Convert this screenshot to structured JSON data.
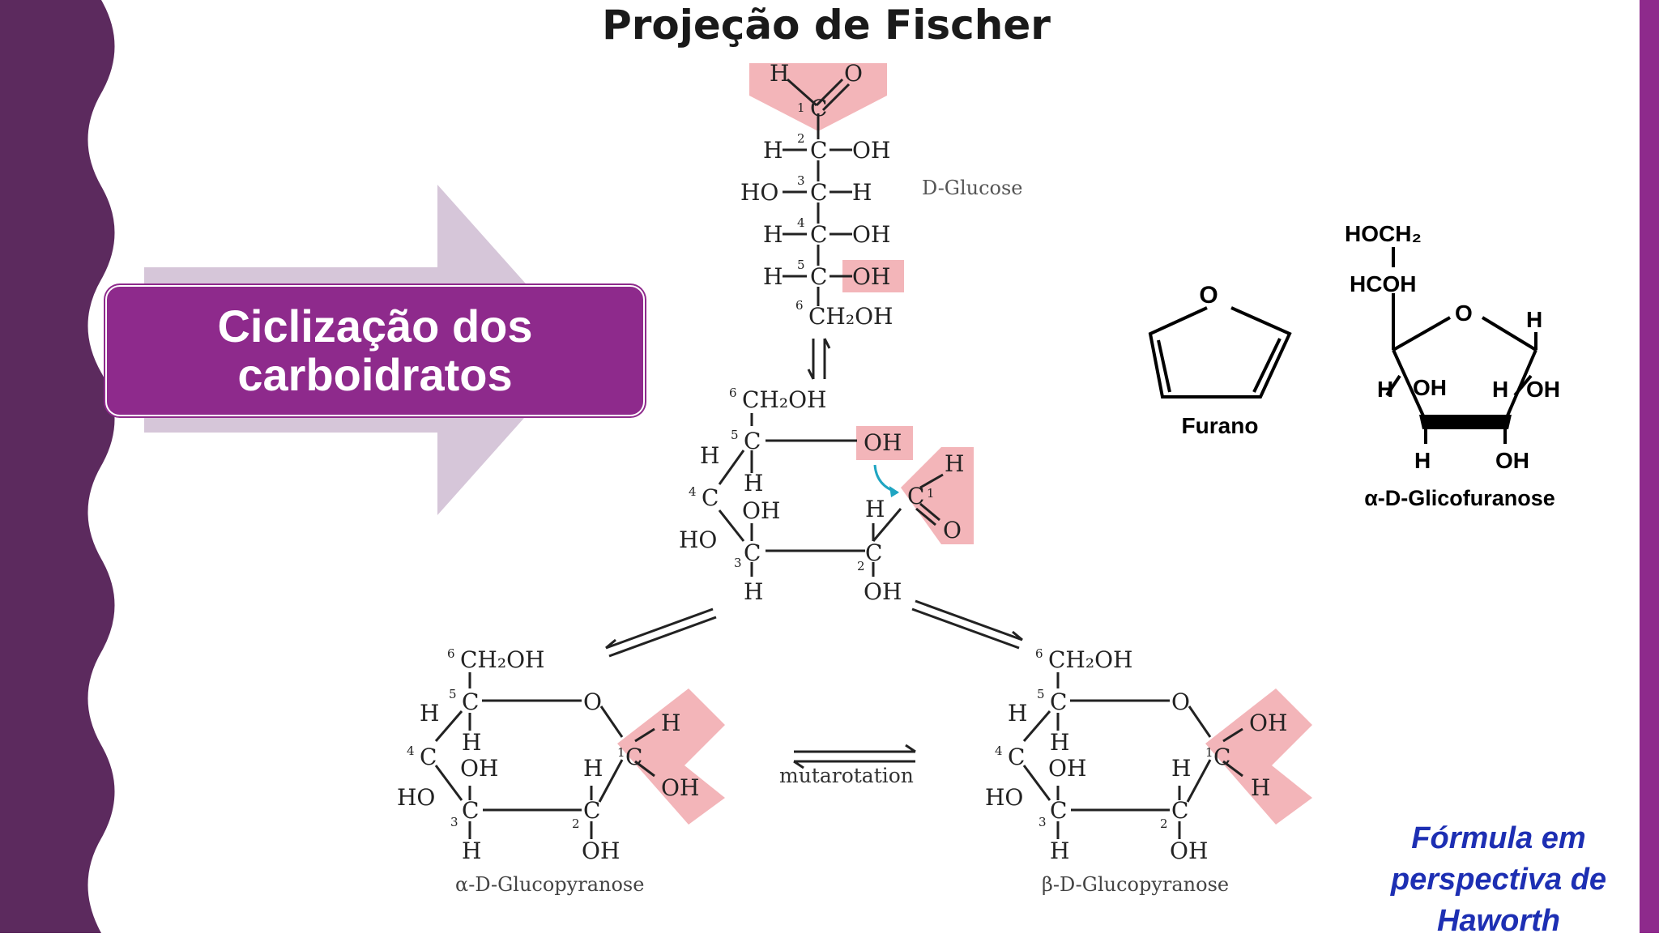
{
  "slide": {
    "title": "Projeção de Fischer",
    "subject": {
      "line1": "Ciclização dos",
      "line2": "carboidratos"
    },
    "footnote": {
      "line1": "Fórmula em",
      "line2": "perspectiva de",
      "line3": "Haworth"
    }
  },
  "colors": {
    "sidebar": "#5c2a5e",
    "accent": "#8e2a8c",
    "arrow": "#d6c6d9",
    "highlight": "#f3b5b9",
    "haworth_text": "#1d2fb3",
    "curved_arrow": "#1fa5c2"
  },
  "fischer": {
    "top_h": "H",
    "top_o": "O",
    "c1": "C",
    "n1": "1",
    "row2_left": "H",
    "row2_c": "C",
    "row2_right": "OH",
    "n2": "2",
    "row3_left": "HO",
    "row3_c": "C",
    "row3_right": "H",
    "n3": "3",
    "row4_left": "H",
    "row4_c": "C",
    "row4_right": "OH",
    "n4": "4",
    "row5_left": "H",
    "row5_c": "C",
    "row5_right": "OH",
    "n5": "5",
    "n6": "6",
    "bottom": "CH₂OH",
    "name": "D-Glucose"
  },
  "open_ring": {
    "ch2oh": "CH₂OH",
    "n6": "6",
    "c5": "C",
    "n5": "5",
    "h5_up": "H",
    "h5_down": "H",
    "oh": "OH",
    "c4": "C",
    "n4": "4",
    "oh4": "OH",
    "ho4": "HO",
    "c3": "C",
    "n3": "3",
    "h3": "H",
    "c2": "C",
    "n2": "2",
    "h2": "H",
    "oh2": "OH",
    "c1": "C",
    "n1": "1",
    "h1": "H",
    "o1": "O"
  },
  "alpha": {
    "ch2oh": "CH₂OH",
    "n6": "6",
    "c5": "C",
    "n5": "5",
    "ring_o": "O",
    "h5_up": "H",
    "h5_down": "H",
    "c4": "C",
    "n4": "4",
    "oh4": "OH",
    "ho4": "HO",
    "c3": "C",
    "n3": "3",
    "h3": "H",
    "c2": "C",
    "n2": "2",
    "h2": "H",
    "oh2": "OH",
    "c1": "C",
    "n1": "1",
    "sub_up": "H",
    "sub_down": "OH",
    "name": "α-D-Glucopyranose"
  },
  "beta": {
    "ch2oh": "CH₂OH",
    "n6": "6",
    "c5": "C",
    "n5": "5",
    "ring_o": "O",
    "h5_up": "H",
    "h5_down": "H",
    "c4": "C",
    "n4": "4",
    "oh4": "OH",
    "ho4": "HO",
    "c3": "C",
    "n3": "3",
    "h3": "H",
    "c2": "C",
    "n2": "2",
    "h2": "H",
    "oh2": "OH",
    "c1": "C",
    "n1": "1",
    "sub_up": "OH",
    "sub_down": "H",
    "name": "β-D-Glucopyranose"
  },
  "mutarotation": "mutarotation",
  "furan": {
    "o": "O",
    "name": "Furano"
  },
  "glucofuranose": {
    "hoch2": "HOCH₂",
    "hcoh": "HCOH",
    "ring_o": "O",
    "h_right": "H",
    "h_left_top": "H",
    "oh_left_top": "OH",
    "h_right_top": "H",
    "oh_right_top": "OH",
    "h_bottom": "H",
    "oh_bottom": "OH",
    "name": "α-D-Glicofuranose"
  }
}
